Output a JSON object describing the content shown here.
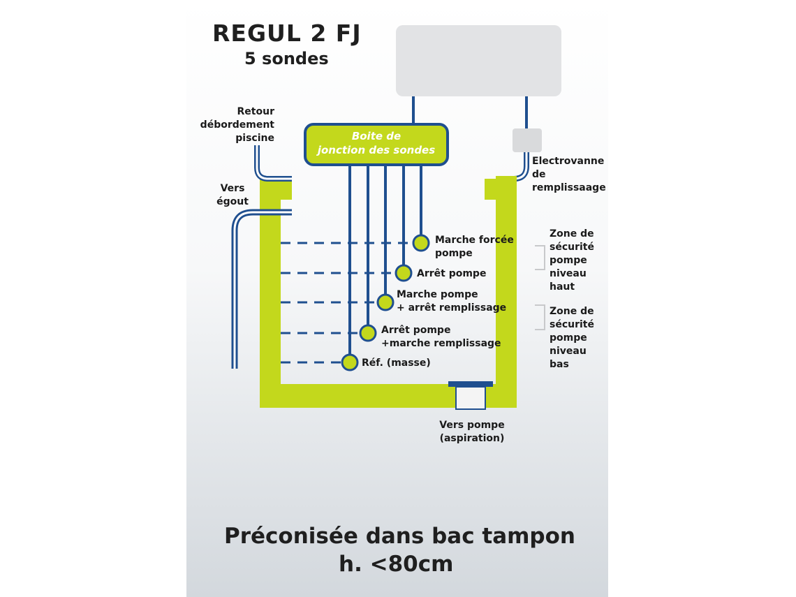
{
  "title": "REGUL 2 FJ",
  "subtitle": "5 sondes",
  "junction_box": "Boite de\njonction des sondes",
  "labels": {
    "overflow_return": "Retour\ndébordement\npiscine",
    "drain": "Vers\négout",
    "valve": "Electrovanne\nde\nremplissaage",
    "pump_outlet": "Vers pompe\n(aspiration)"
  },
  "probes": [
    {
      "label": "Marche forcée\npompe"
    },
    {
      "label": "Arrêt pompe"
    },
    {
      "label": "Marche pompe\n+ arrêt remplissage"
    },
    {
      "label": "Arrêt pompe\n+marche remplissage"
    },
    {
      "label": "Réf. (masse)"
    }
  ],
  "zones": {
    "high": "Zone de\nsécurité\npompe\nniveau\nhaut",
    "low": "Zone de\nsécurité\npompe\nniveau\nbas"
  },
  "footer": {
    "line1": "Préconisée dans bac tampon",
    "line2": "h. <80cm"
  },
  "colors": {
    "tank_green": "#c3d81c",
    "probe_line_blue": "#1f4f8f",
    "panel_gray": "#e2e3e5"
  }
}
